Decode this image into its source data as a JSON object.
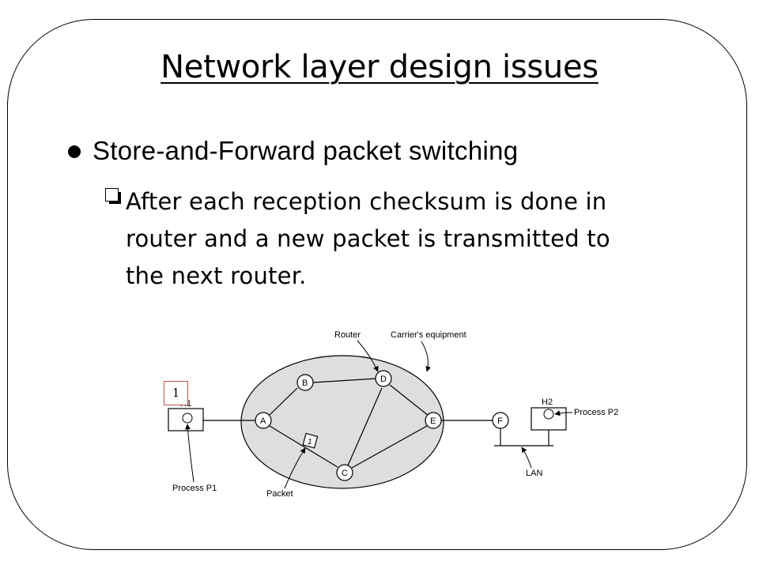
{
  "slide": {
    "title": "Network layer design issues",
    "bullet": "Store-and-Forward packet switching",
    "sub_bullet_lines": [
      "After each reception checksum is done in",
      "router and a new packet is transmitted to",
      "the next router."
    ]
  },
  "figure": {
    "labels": {
      "router": "Router",
      "carrier": "Carrier's equipment",
      "process_p1": "Process P1",
      "packet": "Packet",
      "lan": "LAN",
      "h2": "H2",
      "process_p2": "Process P2",
      "h1": "H1"
    },
    "nodes": {
      "a": "A",
      "b": "B",
      "c": "C",
      "d": "D",
      "e": "E",
      "f": "F"
    },
    "packet_number": "1"
  },
  "marker": {
    "label": "1",
    "color": "#c0504d"
  }
}
